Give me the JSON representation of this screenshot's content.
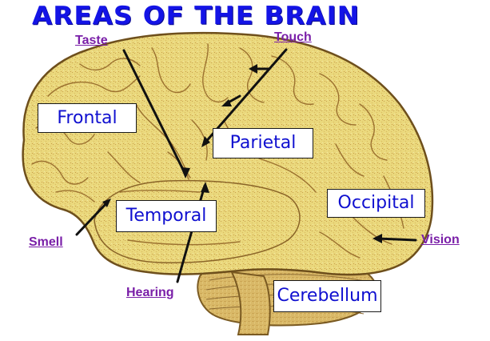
{
  "title": "AREAS OF THE BRAIN",
  "regions": {
    "frontal": "Frontal",
    "parietal": "Parietal",
    "temporal": "Temporal",
    "occipital": "Occipital",
    "cerebellum": "Cerebellum"
  },
  "senses": {
    "taste": "Taste",
    "touch": "Touch",
    "smell": "Smell",
    "hearing": "Hearing",
    "vision": "Vision"
  },
  "colors": {
    "title": "#1414e6",
    "brain_fill": "#e8d77a",
    "brain_outline": "#8a6a2a",
    "region_text": "#1010d0",
    "callout_text": "#7a1fa8"
  }
}
